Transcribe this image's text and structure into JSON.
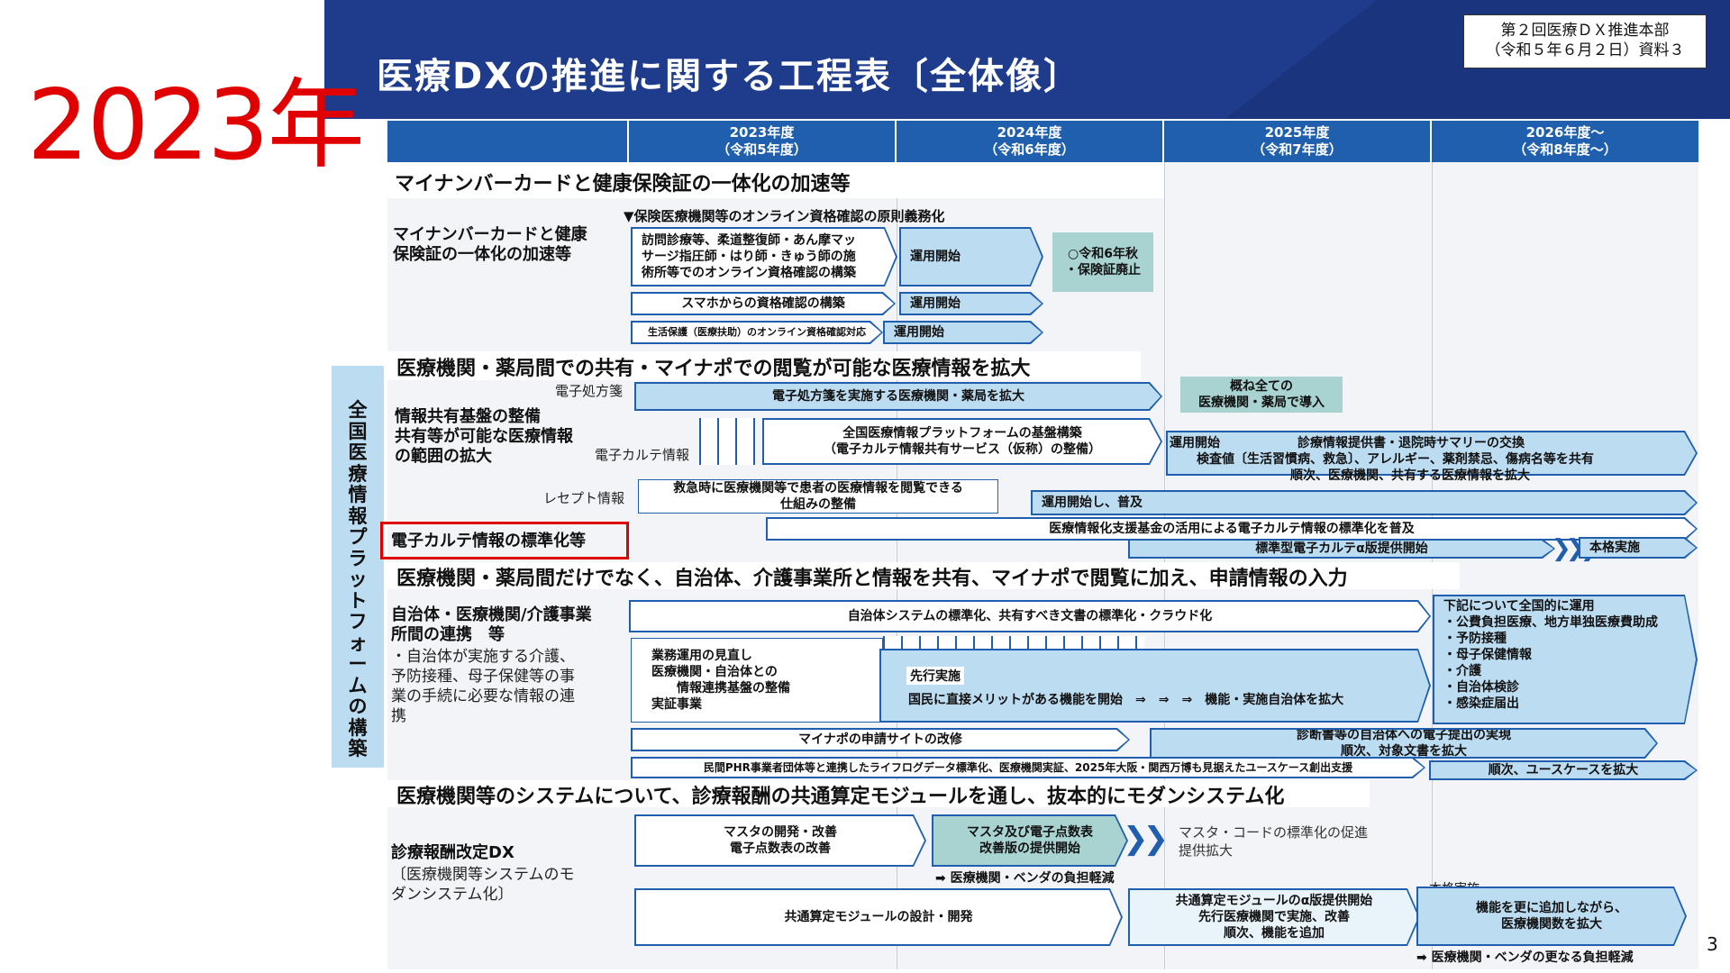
{
  "header": {
    "title": "医療DXの推進に関する工程表〔全体像〕",
    "meeting_ref": "第２回医療ＤＸ推進本部\n（令和５年６月２日）資料３",
    "year_overlay": "2023年",
    "page_number": "3"
  },
  "columns": [
    "2023年度\n（令和5年度）",
    "2024年度\n（令和6年度）",
    "2025年度\n（令和7年度）",
    "2026年度～\n（令和8年度～）"
  ],
  "vertical_label": "全国医療情報プラットフォームの構築",
  "sections": {
    "s1": "マイナンバーカードと健康保険証の一体化の加速等",
    "s2": "医療機関・薬局間での共有・マイナポでの閲覧が可能な医療情報を拡大",
    "s3": "医療機関・薬局間だけでなく、自治体、介護事業所と情報を共有、マイナポで閲覧に加え、申請情報の入力",
    "s4": "医療機関等のシステムについて、診療報酬の共通算定モジュールを通し、抜本的にモダンシステム化"
  },
  "rows": {
    "r1_label": "マイナンバーカードと健康\n保険証の一体化の加速等",
    "r2_label": "情報共有基盤の整備\n共有等が可能な医療情報\nの範囲の拡大",
    "r2_sub1": "電子処方箋",
    "r2_sub2": "電子カルテ情報",
    "r2_sub3": "レセプト情報",
    "r3_label": "電子カルテ情報の標準化等",
    "r4_label": "自治体・医療機関/介護事業\n所間の連携　等",
    "r4_desc": "・自治体が実施する介護、\n予防接種、母子保健等の事\n業の手続に必要な情報の連\n携",
    "r5_label": "診療報酬改定DX",
    "r5_desc": "〔医療機関等システムのモ\nダンシステム化〕"
  },
  "items": {
    "online_mandate": "▼保険医療機関等のオンライン資格確認の原則義務化",
    "visit_care_build": "訪問診療等、柔道整復師・あん摩マッ\nサージ指圧師・はり師・きゅう師の施\n術所等でのオンライン資格確認の構築",
    "operation_start_1": "運用開始",
    "fall_2024": "○令和6年秋\n・保険証廃止",
    "smartphone_build": "スマホからの資格確認の構築",
    "operation_start_2": "運用開始",
    "welfare_online": "生活保護（医療扶助）のオンライン資格確認対応",
    "operation_start_3": "運用開始",
    "eprescription_expand": "電子処方箋を実施する医療機関・薬局を拡大",
    "almost_all": "概ね全ての\n医療機関・薬局で導入",
    "platform_build": "全国医療情報プラットフォームの基盤構築\n（電子カルテ情報共有サービス（仮称）の整備）",
    "operation_start_4": "運用開始",
    "summary_exchange": "診療情報提供書・退院時サマリーの交換",
    "test_values": "検査値〔生活習慣病、救急〕、アレルギー、薬剤禁忌、傷病名等を共有",
    "sequential_share": "順次、医療機関、共有する医療情報を拡大",
    "emergency_view": "救急時に医療機関等で患者の医療情報を閲覧できる\n仕組みの整備",
    "operation_spread": "運用開始し、普及",
    "fund_standardize": "医療情報化支援基金の活用による電子カルテ情報の標準化を普及",
    "standard_emr_alpha": "標準型電子カルテα版提供開始",
    "full_implementation": "本格実施",
    "local_gov_system": "自治体システムの標準化、共有すべき文書の標準化・クラウド化",
    "nationwide_ops": "下記について全国的に運用\n・公費負担医療、地方単独医療費助成\n・予防接種\n・母子保健情報\n・介護\n・自治体検診\n・感染症届出",
    "workflow_review": "業務運用の見直し\n医療機関・自治体との\n　　情報連携基盤の整備\n実証事業",
    "pilot": "先行実施",
    "direct_merit": "国民に直接メリットがある機能を開始　⇒　⇒　⇒　機能・実施自治体を拡大",
    "mynaportal_revise": "マイナポの申請サイトの改修",
    "diagnosis_electronic": "診断書等の自治体への電子提出の実現\n順次、対象文書を拡大",
    "phr_standardize": "民間PHR事業者団体等と連携したライフログデータ標準化、医療機関実証、2025年大阪・関西万博も見据えたユースケース創出支援",
    "usecase_expand": "順次、ユースケースを拡大",
    "master_dev": "マスタの開発・改善\n電子点数表の改善",
    "master_provide": "マスタ及び電子点数表\n改善版の提供開始",
    "master_standardize": "マスタ・コードの標準化の促進\n提供拡大",
    "burden_reduce_1": "➡ 医療機関・ベンダの負担軽減",
    "common_module_dev": "共通算定モジュールの設計・開発",
    "common_module_alpha": "共通算定モジュールのα版提供開始\n先行医療機関で実施、改善\n順次、機能を追加",
    "full_scale": "本格実施",
    "add_functions": "機能を更に追加しながら、\n医療機関数を拡大",
    "burden_reduce_2": "➡ 医療機関・ベンダの更なる負担軽減"
  },
  "colors": {
    "navy": "#1f3b8c",
    "blue": "#1f5fae",
    "light_blue": "#bcdcf1",
    "teal": "#a9d3d1",
    "red": "#e00000"
  }
}
